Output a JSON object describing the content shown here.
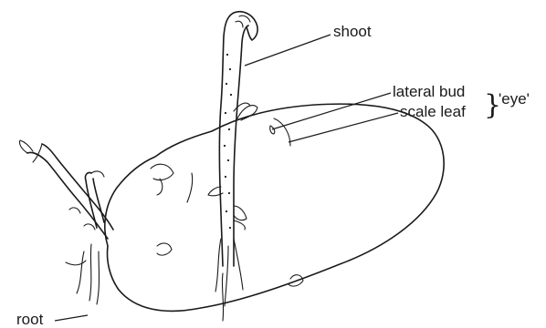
{
  "labels": {
    "shoot": "shoot",
    "lateral_bud": "lateral bud",
    "scale_leaf": "scale leaf",
    "eye": "'eye'",
    "root": "root"
  }
}
